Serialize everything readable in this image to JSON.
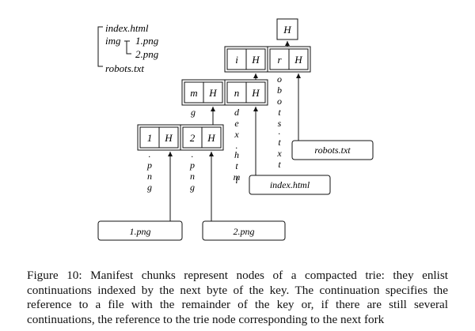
{
  "tree": {
    "root": "index.html",
    "img": "img",
    "img_children": [
      "1.png",
      "2.png"
    ],
    "last": "robots.txt"
  },
  "top_node": {
    "label": "H"
  },
  "node_top": {
    "cells": [
      "i",
      "H",
      "r",
      "H"
    ]
  },
  "node_mid": {
    "cells": [
      "m",
      "H",
      "n",
      "H"
    ]
  },
  "node_low": {
    "cells": [
      "1",
      "H",
      "2",
      "H"
    ]
  },
  "suffixes": {
    "g": "g",
    "dexhtml": [
      "d",
      "e",
      "x",
      ".",
      "h",
      "t",
      "m",
      "l"
    ],
    "obots": [
      "o",
      "b",
      "o",
      "t",
      "s",
      ".",
      "t",
      "x",
      "t"
    ],
    "png1": [
      ".",
      "p",
      "n",
      "g"
    ],
    "png2": [
      ".",
      "p",
      "n",
      "g"
    ]
  },
  "files": {
    "robots": "robots.txt",
    "index": "index.html",
    "png1": "1.png",
    "png2": "2.png"
  },
  "caption": "Figure 10: Manifest chunks represent nodes of a compacted trie: they enlist continuations indexed by the next byte of the key. The continuation specifies the reference to a file with the remainder of the key or, if there are still several continuations, the reference to the trie node corresponding to the next fork"
}
